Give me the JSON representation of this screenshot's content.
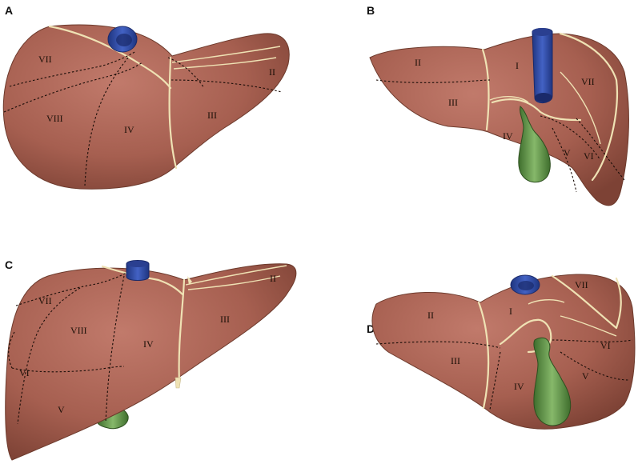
{
  "panels": [
    {
      "letter": "A",
      "segments": [
        "VII",
        "VIII",
        "IV",
        "III",
        "II"
      ]
    },
    {
      "letter": "B",
      "segments": [
        "II",
        "III",
        "I",
        "IV",
        "V",
        "VI",
        "VII"
      ]
    },
    {
      "letter": "C",
      "segments": [
        "VII",
        "VIII",
        "IV",
        "III",
        "II",
        "VI",
        "V"
      ]
    },
    {
      "letter": "D",
      "segments": [
        "II",
        "III",
        "I",
        "IV",
        "V",
        "VI",
        "VII"
      ]
    }
  ],
  "colors": {
    "liver": "#a86253",
    "vessel": "#2f48a8",
    "gallbladder": "#6aa050",
    "ligament": "#efe2b4"
  }
}
